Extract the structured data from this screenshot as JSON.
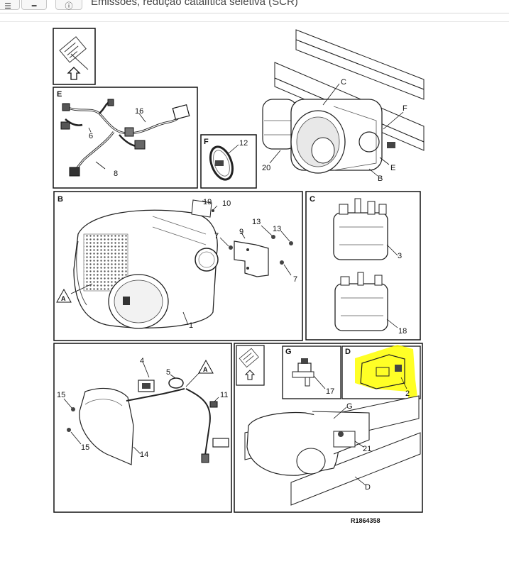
{
  "toolbar": {
    "title": "Emissões, redução catalítica seletiva (SCR)",
    "list_icon": "list-icon",
    "collapse_icon": "minus-icon",
    "info_icon": "info-icon"
  },
  "diagram": {
    "reference": "R1864358",
    "highlight_color": "#ffff00",
    "panels": {
      "e": "E",
      "f": "F",
      "b": "B",
      "c": "C",
      "g": "G",
      "d": "D"
    },
    "callouts": {
      "n1": "1",
      "n2": "2",
      "n3": "3",
      "n4": "4",
      "n5": "5",
      "n6": "6",
      "n7a": "7",
      "n7b": "7",
      "n8": "8",
      "n9": "9",
      "n10": "10",
      "n11": "11",
      "n12": "12",
      "n13a": "13",
      "n13b": "13",
      "n14": "14",
      "n15a": "15",
      "n15b": "15",
      "n16": "16",
      "n17": "17",
      "n18": "18",
      "n19": "19",
      "n20": "20",
      "n21": "21",
      "main_c": "C",
      "main_f": "F",
      "main_e": "E",
      "main_b": "B",
      "sub_g": "G",
      "sub_d": "D",
      "tri_a1": "A",
      "tri_a2": "A"
    }
  }
}
